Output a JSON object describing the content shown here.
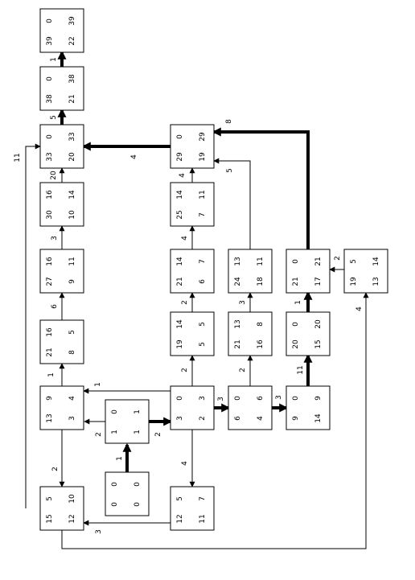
{
  "diagram": {
    "nodes": [
      {
        "id": "n1",
        "values": [
          "0",
          "0",
          "0",
          "0"
        ]
      },
      {
        "id": "n2",
        "values": [
          "0",
          "1",
          "1",
          "1"
        ]
      },
      {
        "id": "n3",
        "values": [
          "9",
          "13",
          "4",
          "3"
        ]
      },
      {
        "id": "n4",
        "values": [
          "0",
          "3",
          "3",
          "2"
        ]
      },
      {
        "id": "n5",
        "values": [
          "0",
          "6",
          "6",
          "4"
        ]
      },
      {
        "id": "n6",
        "values": [
          "0",
          "9",
          "9",
          "14"
        ]
      },
      {
        "id": "n7",
        "values": [
          "5",
          "15",
          "10",
          "12"
        ]
      },
      {
        "id": "n8",
        "values": [
          "5",
          "12",
          "7",
          "11"
        ]
      },
      {
        "id": "n9",
        "values": [
          "16",
          "21",
          "5",
          "8"
        ]
      },
      {
        "id": "n10",
        "values": [
          "14",
          "19",
          "5",
          "5"
        ]
      },
      {
        "id": "n11",
        "values": [
          "13",
          "21",
          "8",
          "16"
        ]
      },
      {
        "id": "n12",
        "values": [
          "0",
          "20",
          "20",
          "15"
        ]
      },
      {
        "id": "n13",
        "values": [
          "16",
          "27",
          "11",
          "9"
        ]
      },
      {
        "id": "n14",
        "values": [
          "14",
          "21",
          "7",
          "6"
        ]
      },
      {
        "id": "n15",
        "values": [
          "13",
          "24",
          "11",
          "18"
        ]
      },
      {
        "id": "n16",
        "values": [
          "0",
          "21",
          "21",
          "17"
        ]
      },
      {
        "id": "n17",
        "values": [
          "5",
          "19",
          "14",
          "13"
        ]
      },
      {
        "id": "n18",
        "values": [
          "16",
          "30",
          "14",
          "10"
        ]
      },
      {
        "id": "n19",
        "values": [
          "14",
          "25",
          "11",
          "7"
        ]
      },
      {
        "id": "n20",
        "values": [
          "0",
          "33",
          "33",
          "20"
        ]
      },
      {
        "id": "n21",
        "values": [
          "0",
          "29",
          "29",
          "19"
        ]
      },
      {
        "id": "n22",
        "values": [
          "0",
          "38",
          "38",
          "21"
        ]
      },
      {
        "id": "n23",
        "values": [
          "0",
          "39",
          "39",
          "22"
        ]
      }
    ],
    "edges": [
      {
        "id": "e1",
        "label": "1",
        "bold": true
      },
      {
        "id": "e2",
        "label": "2",
        "bold": false
      },
      {
        "id": "e3",
        "label": "2",
        "bold": true
      },
      {
        "id": "e4",
        "label": "1",
        "bold": false
      },
      {
        "id": "e5",
        "label": "2",
        "bold": false
      },
      {
        "id": "e6",
        "label": "1",
        "bold": false
      },
      {
        "id": "e7",
        "label": "2",
        "bold": false
      },
      {
        "id": "e8",
        "label": "4",
        "bold": false
      },
      {
        "id": "e9",
        "label": "3",
        "bold": true
      },
      {
        "id": "e10",
        "label": "2",
        "bold": false
      },
      {
        "id": "e11",
        "label": "3",
        "bold": true
      },
      {
        "id": "e12",
        "label": "11",
        "bold": true
      },
      {
        "id": "e13",
        "label": "3",
        "bold": false
      },
      {
        "id": "e14",
        "label": "6",
        "bold": false
      },
      {
        "id": "e15",
        "label": "2",
        "bold": false
      },
      {
        "id": "e16",
        "label": "3",
        "bold": false
      },
      {
        "id": "e17",
        "label": "1",
        "bold": true
      },
      {
        "id": "e18",
        "label": "3",
        "bold": false
      },
      {
        "id": "e19",
        "label": "4",
        "bold": false
      },
      {
        "id": "e20",
        "label": "2",
        "bold": false
      },
      {
        "id": "e21",
        "label": "20",
        "bold": false
      },
      {
        "id": "e22",
        "label": "4",
        "bold": false
      },
      {
        "id": "e23",
        "label": "4",
        "bold": true
      },
      {
        "id": "e24",
        "label": "5",
        "bold": true
      },
      {
        "id": "e25",
        "label": "1",
        "bold": true
      },
      {
        "id": "e26",
        "label": "11",
        "bold": false
      },
      {
        "id": "e27",
        "label": "5",
        "bold": false
      },
      {
        "id": "e28",
        "label": "8",
        "bold": true
      },
      {
        "id": "e29",
        "label": "4",
        "bold": false
      }
    ]
  }
}
